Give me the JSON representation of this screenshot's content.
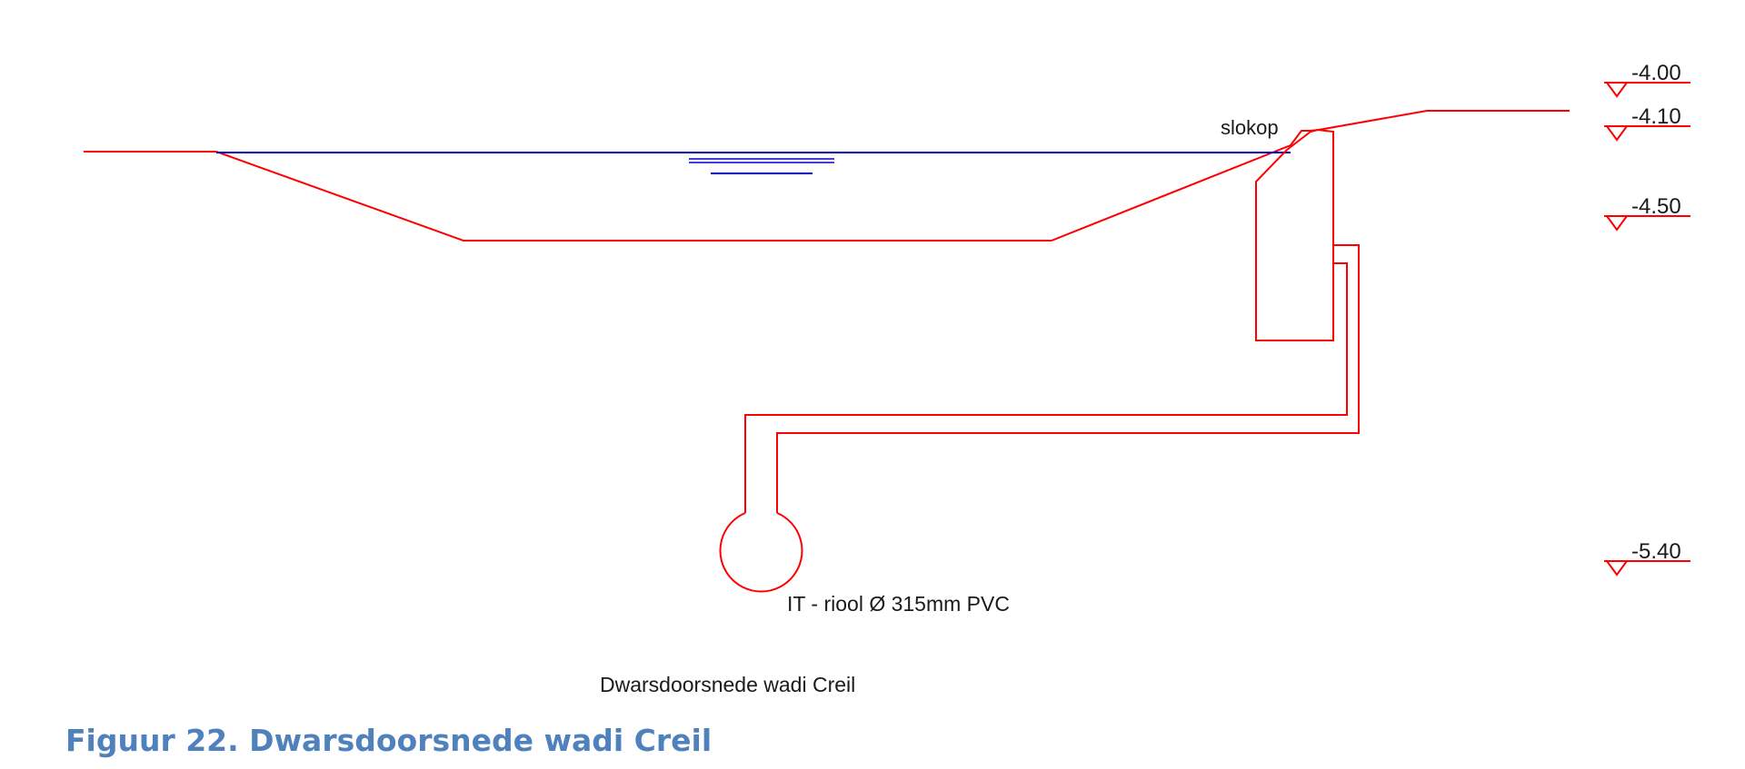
{
  "drawing": {
    "label_slokop": "slokop",
    "label_pipe": "IT - riool Ø 315mm PVC",
    "subtitle": "Dwarsdoorsnede wadi Creil",
    "levels": [
      "-4.00",
      "-4.10",
      "-4.50",
      "-5.40"
    ]
  },
  "caption": "Figuur 22. Dwarsdoorsnede wadi Creil",
  "colors": {
    "profile": "#ff0000",
    "water": "#0000cc",
    "caption": "#4f81bd"
  }
}
